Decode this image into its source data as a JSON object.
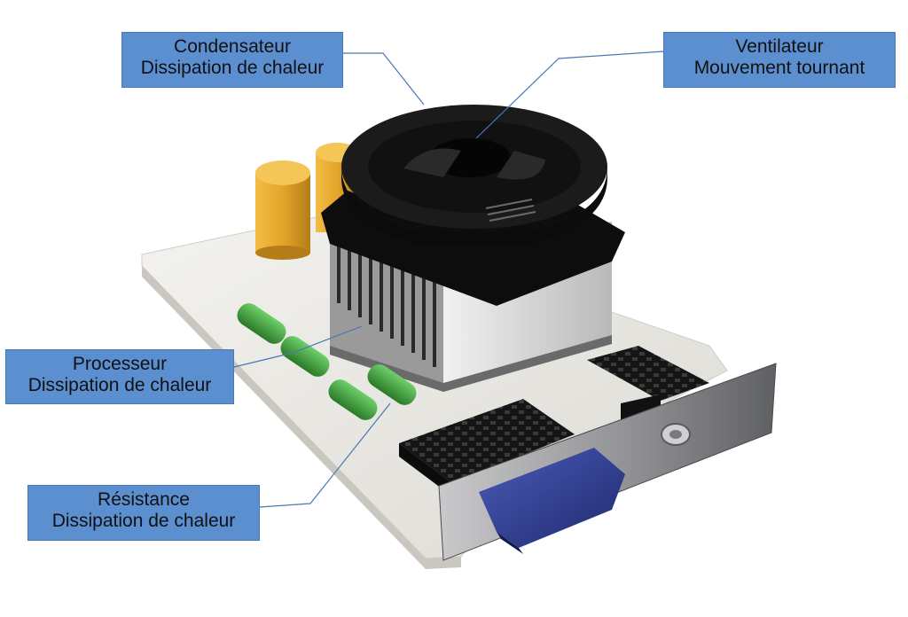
{
  "labels": {
    "condensateur": {
      "line1": "Condensateur",
      "line2": "Dissipation de chaleur"
    },
    "ventilateur": {
      "line1": "Ventilateur",
      "line2": "Mouvement tournant"
    },
    "processeur": {
      "line1": "Processeur",
      "line2": "Dissipation de chaleur"
    },
    "resistance": {
      "line1": "Résistance",
      "line2": "Dissipation de chaleur"
    }
  },
  "colors": {
    "label_fill": "#5b8fd0",
    "leader_line": "#4a78b2",
    "board": "#e9e7e1",
    "capacitor": "#e0a62a",
    "resistor": "#3f9a3a",
    "fan": "#141414",
    "heatsink": "#dcdcdc",
    "connector": "#1c1c1c",
    "vga_plug": "#2d3a8c",
    "bracket": "#8e8f92"
  }
}
